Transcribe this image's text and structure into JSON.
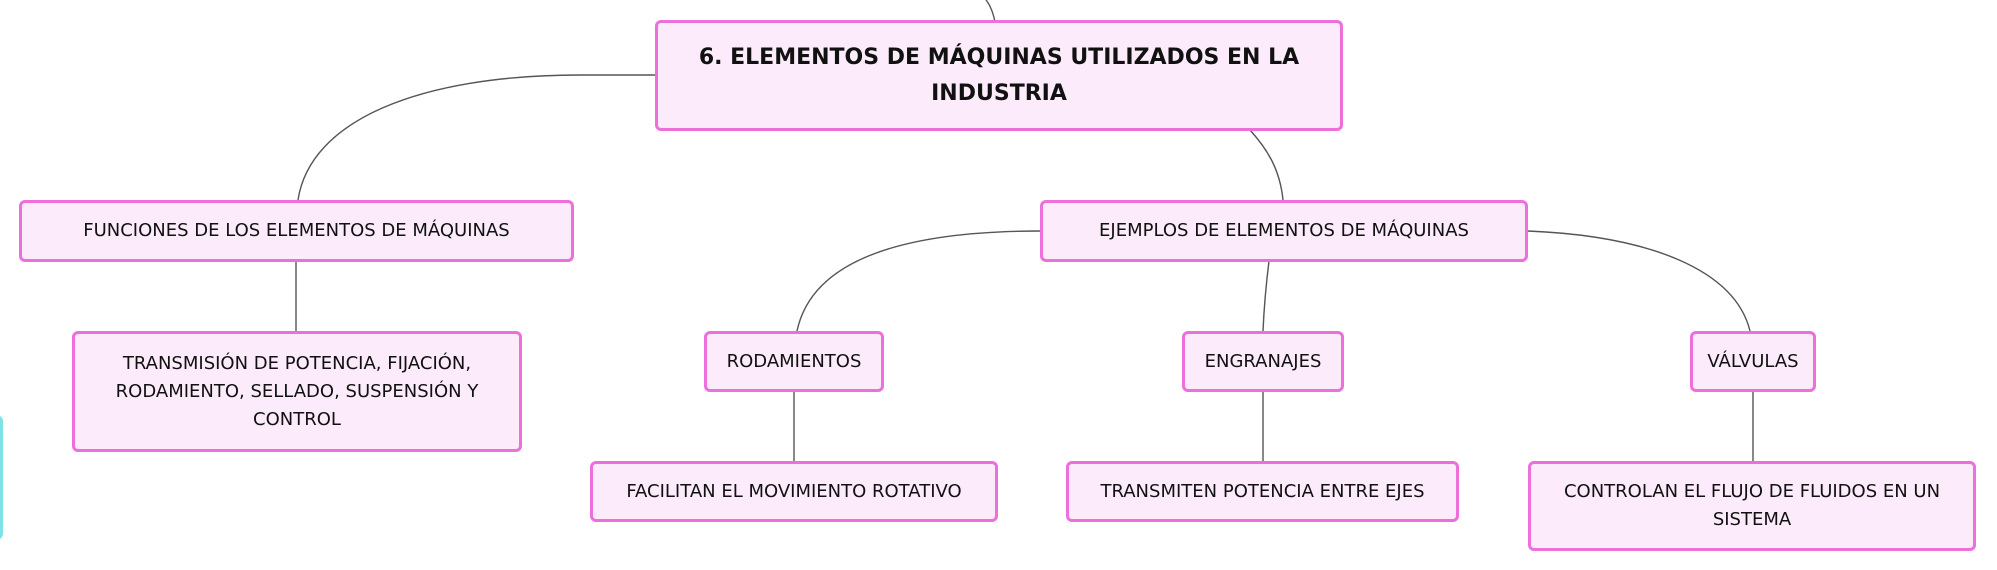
{
  "diagram": {
    "type": "mind-map",
    "colors": {
      "node_fill": "#fcebfa",
      "node_border": "#ec6fdc",
      "connector": "#555555",
      "partial_card_border": "#7fe3e6"
    },
    "root": {
      "label": "6. ELEMENTOS DE MÁQUINAS UTILIZADOS EN LA INDUSTRIA"
    },
    "functions": {
      "label": "FUNCIONES DE LOS ELEMENTOS DE MÁQUINAS",
      "detail": "TRANSMISIÓN DE POTENCIA, FIJACIÓN, RODAMIENTO, SELLADO, SUSPENSIÓN Y CONTROL"
    },
    "examples": {
      "label": "EJEMPLOS DE ELEMENTOS DE MÁQUINAS",
      "items": [
        {
          "label": "RODAMIENTOS",
          "detail": "FACILITAN EL MOVIMIENTO ROTATIVO"
        },
        {
          "label": "ENGRANAJES",
          "detail": "TRANSMITEN POTENCIA ENTRE EJES"
        },
        {
          "label": "VÁLVULAS",
          "detail": "CONTROLAN EL FLUJO DE FLUIDOS EN UN SISTEMA"
        }
      ]
    }
  }
}
